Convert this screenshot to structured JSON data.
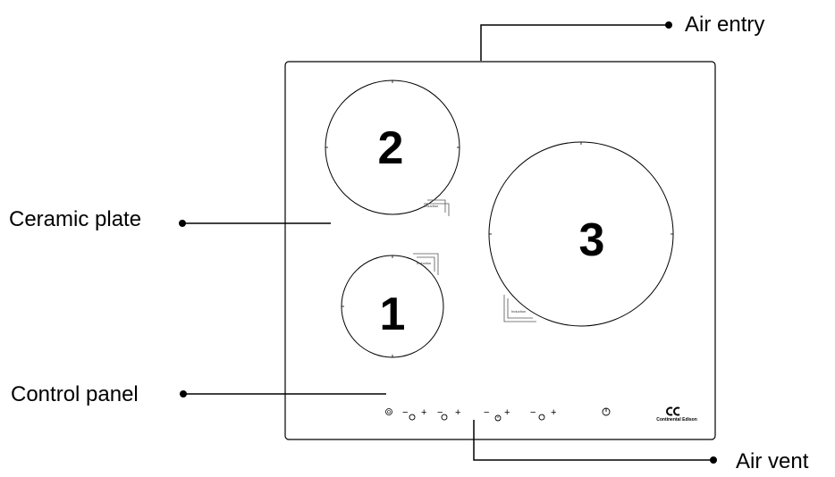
{
  "callouts": {
    "air_entry": "Air entry",
    "ceramic_plate": "Ceramic plate",
    "control_panel": "Control panel",
    "air_vent": "Air vent"
  },
  "zones": [
    {
      "number": "2",
      "tag": "Induction"
    },
    {
      "number": "1",
      "tag": "Induction"
    },
    {
      "number": "3",
      "tag": "Induction"
    }
  ],
  "controls": {
    "minus": "−",
    "plus": "+",
    "power_symbol": "⏻"
  },
  "brand": "Continental Edison"
}
